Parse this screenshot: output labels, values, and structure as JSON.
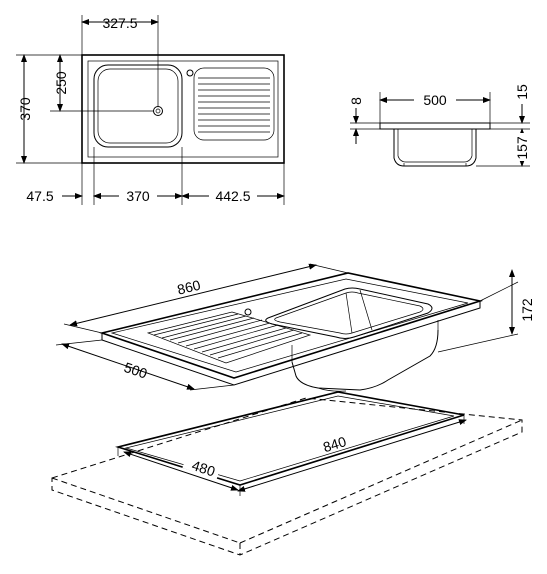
{
  "top_view": {
    "dim_top": "327.5",
    "dim_bowl_height": "250",
    "dim_total_height": "370",
    "dim_left_margin": "47.5",
    "dim_bowl_width": "370",
    "dim_drainer_width": "442.5"
  },
  "side_view": {
    "dim_rim": "8",
    "dim_width": "500",
    "dim_flange": "15",
    "dim_depth": "157"
  },
  "iso_view": {
    "dim_length": "860",
    "dim_depth": "500",
    "dim_height": "172"
  },
  "cutout": {
    "dim_length": "840",
    "dim_width": "480"
  }
}
